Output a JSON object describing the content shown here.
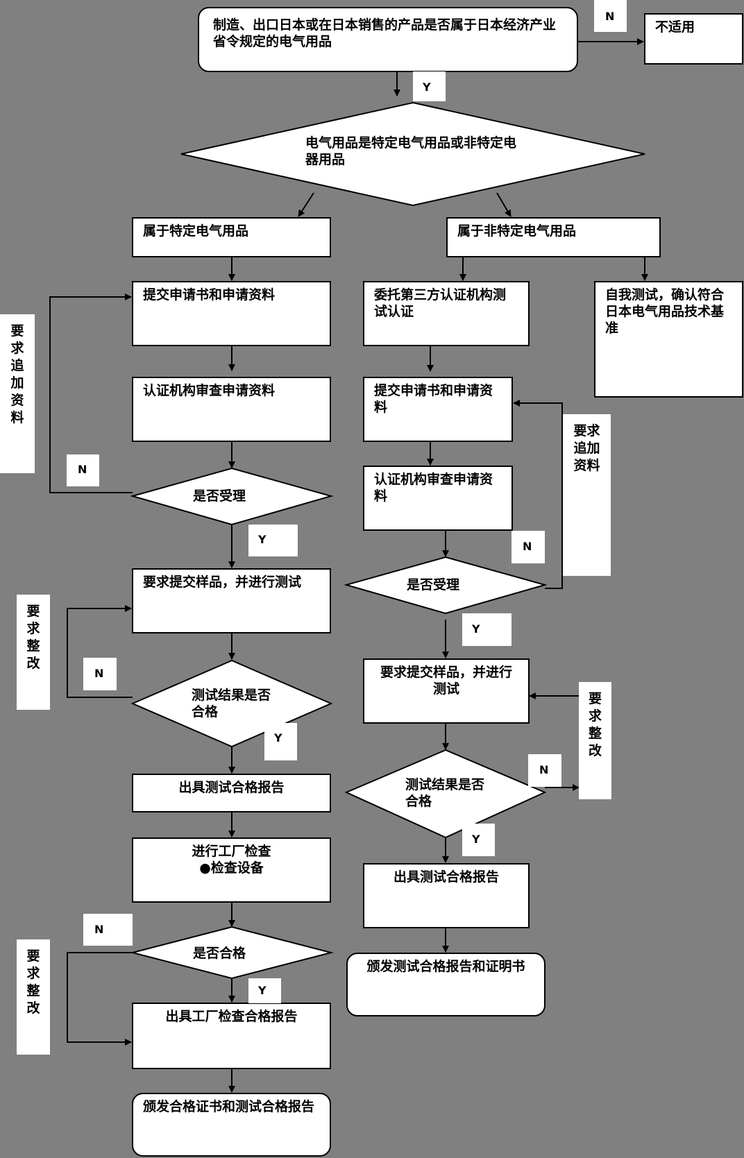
{
  "nodes": {
    "start": "制造、出口日本或在日本销售的产品是否属于日本经济产业省令规定的电气用品",
    "not_applicable": "不适用",
    "classify": "电气用品是特定电气用品或非特定电器用品",
    "specific": "属于特定电气用品",
    "non_specific": "属于非特定电气用品",
    "l_submit": "提交申请书和申请资料",
    "l_review": "认证机构审查申请资料",
    "l_accept": "是否受理",
    "l_sample": "要求提交样品，并进行测试",
    "l_test_ok": "测试结果是否合格",
    "l_report": "出具测试合格报告",
    "l_factory_1": "进行工厂检查",
    "l_factory_2": "●检查设备",
    "l_pass": "是否合格",
    "l_factory_report": "出具工厂检查合格报告",
    "l_issue": "颁发合格证书和测试合格报告",
    "m_entrust": "委托第三方认证机构测试认证",
    "m_submit": "提交申请书和申请资料",
    "m_review": "认证机构审查申请资料",
    "m_accept": "是否受理",
    "m_sample": "要求提交样品，并进行测试",
    "m_test_ok": "测试结果是否合格",
    "m_report": "出具测试合格报告",
    "m_issue": "颁发测试合格报告和证明书",
    "self_test": "自我测试，确认符合日本电气用品技术基准"
  },
  "side_labels": {
    "add_docs_left": "要求追加资料",
    "add_docs_right": "要求追加资料",
    "rectify_left_1": "要求整改",
    "rectify_left_2": "要求整改",
    "rectify_right": "要求整改"
  },
  "yn": {
    "n1": "N",
    "y1": "Y",
    "n_l_accept": "N",
    "y_l_accept": "Y",
    "n_l_test": "N",
    "y_l_test": "Y",
    "n_l_pass": "N",
    "y_l_pass": "Y",
    "n_m_accept": "N",
    "y_m_accept": "Y",
    "n_m_test": "N",
    "y_m_test": "Y"
  }
}
